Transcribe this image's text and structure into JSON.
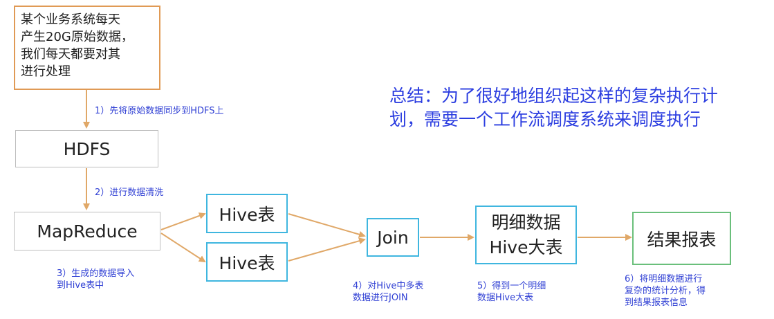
{
  "nodes": {
    "source": "某个业务系统每天\n产生20G原始数据，\n我们每天都要对其\n进行处理",
    "hdfs": "HDFS",
    "mapreduce": "MapReduce",
    "hive1": "Hive表",
    "hive2": "Hive表",
    "join": "Join",
    "detail": "明细数据\nHive大表",
    "report": "结果报表"
  },
  "steps": {
    "s1": "1）先将原始数据同步到HDFS上",
    "s2": "2）进行数据清洗",
    "s3": "3）生成的数据导入\n到Hive表中",
    "s4": "4）对Hive中多表\n数据进行JOIN",
    "s5": "5）得到一个明细\n数据Hive大表",
    "s6": "6）将明细数据进行\n复杂的统计分析，得\n到结果报表信息"
  },
  "summary": "总结：为了很好地组织起这样的复杂执行计\n划，需要一个工作流调度系统来调度执行",
  "colors": {
    "arrow": "#e0a868",
    "step_text": "#2f3fd4",
    "summary_text": "#2b3de0",
    "source_border": "#e09a55",
    "gray_border": "#bdbdbd",
    "hive_border": "#3fb6df",
    "report_border": "#6abf7b"
  }
}
